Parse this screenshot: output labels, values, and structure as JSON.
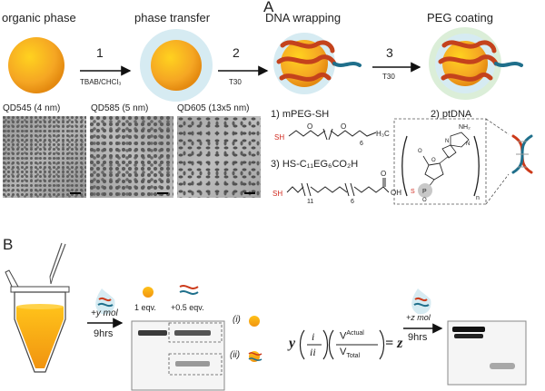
{
  "panels": {
    "a": "A",
    "b": "B"
  },
  "stages": [
    "organic phase",
    "phase transfer",
    "DNA wrapping",
    "PEG coating"
  ],
  "steps": [
    {
      "number": "1",
      "condition": "TBAB/CHCl₃"
    },
    {
      "number": "2",
      "condition": "T30"
    },
    {
      "number": "3",
      "condition": "T30"
    }
  ],
  "tem_images": [
    {
      "label": "QD545 (4 nm)"
    },
    {
      "label": "QD585 (5 nm)"
    },
    {
      "label": "QD605 (13x5 nm)"
    }
  ],
  "ligands": {
    "mpeg_title": "1) mPEG-SH",
    "mpeg_sh": "SH",
    "mpeg_sub_o": "O",
    "mpeg_sub_6": "6",
    "mpeg_end": "H₃C",
    "hs_title": "3) HS-C₁₁EG₆CO₂H",
    "hs_sh": "SH",
    "hs_sub_11": "11",
    "hs_sub_6": "6",
    "hs_o": "O",
    "hs_oh": "OH",
    "ptdna_title": "2) ptDNA",
    "ptdna_nh2": "NH₂",
    "ptdna_n": "N",
    "ptdna_o": "O",
    "ptdna_s": "S",
    "ptdna_p": "P",
    "ptdna_n_sub": "n"
  },
  "panel_b": {
    "add_y": "+y mol",
    "time_1": "9hrs",
    "gel_header_1": "1 eqv.",
    "gel_header_2": "+0.5 eqv.",
    "band_i": "(i)",
    "band_ii": "(ii)",
    "equation": {
      "y": "y",
      "i": "i",
      "ii": "ii",
      "v": "V",
      "actual": "Actual",
      "total": "Total",
      "equals": "= z"
    },
    "add_z": "+z mol",
    "time_2": "9hrs"
  },
  "colors": {
    "qd_orange": "#f5a623",
    "shell_blue": "#d6ebf2",
    "peg_green": "#dbeed8",
    "dna_red": "#cc3a1a",
    "dna_blue": "#1f6f8b"
  }
}
